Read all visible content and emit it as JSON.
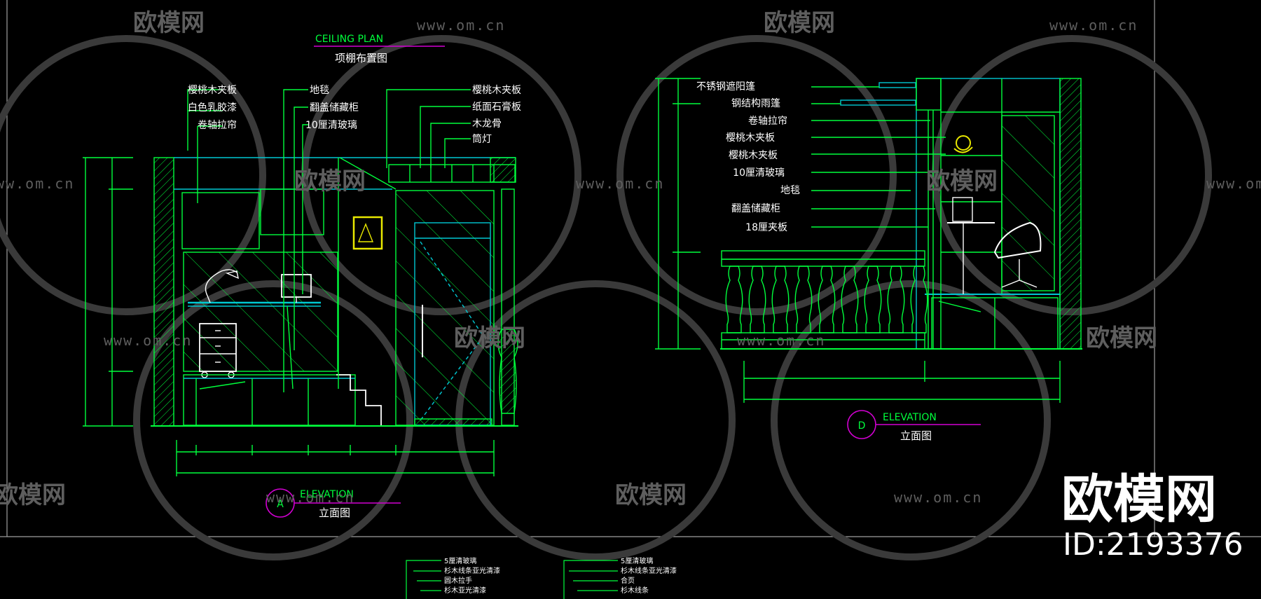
{
  "watermark": {
    "brand": "欧模网",
    "url": "www.om.cn",
    "corner_brand": "欧模网",
    "corner_id": "ID:2193376"
  },
  "colors": {
    "background": "#000000",
    "green": "#00ff3c",
    "cyan": "#00c8d2",
    "yellow": "#e8e800",
    "magenta": "#d200d2",
    "frame": "#a0a0a0"
  },
  "ceiling_plan": {
    "title": "CEILING PLAN",
    "subtitle": "项棚布置图"
  },
  "elevation_a": {
    "marker": "A",
    "title": "ELEVATION",
    "subtitle": "立面图",
    "labels_left": [
      "樱桃木夹板",
      "白色乳胶漆",
      "卷轴拉帘"
    ],
    "labels_mid": [
      "地毯",
      "翻盖储藏柜",
      "10厘清玻璃"
    ],
    "labels_right": [
      "樱桃木夹板",
      "纸面石膏板",
      "木龙骨",
      "筒灯"
    ]
  },
  "elevation_d": {
    "marker": "D",
    "title": "ELEVATION",
    "subtitle": "立面图",
    "labels": [
      "不锈钢遮阳篷",
      "钢结构雨篷",
      "卷轴拉帘",
      "樱桃木夹板",
      "樱桃木夹板",
      "10厘清玻璃",
      "地毯",
      "翻盖储藏柜",
      "18厘夹板"
    ]
  },
  "bottom_labels_1": [
    "5厘清玻璃",
    "杉木线条亚光清漆",
    "圆木拉手",
    "杉木亚光清漆"
  ],
  "bottom_labels_2": [
    "5厘清玻璃",
    "杉木线条亚光清漆",
    "合页",
    "杉木线条"
  ]
}
